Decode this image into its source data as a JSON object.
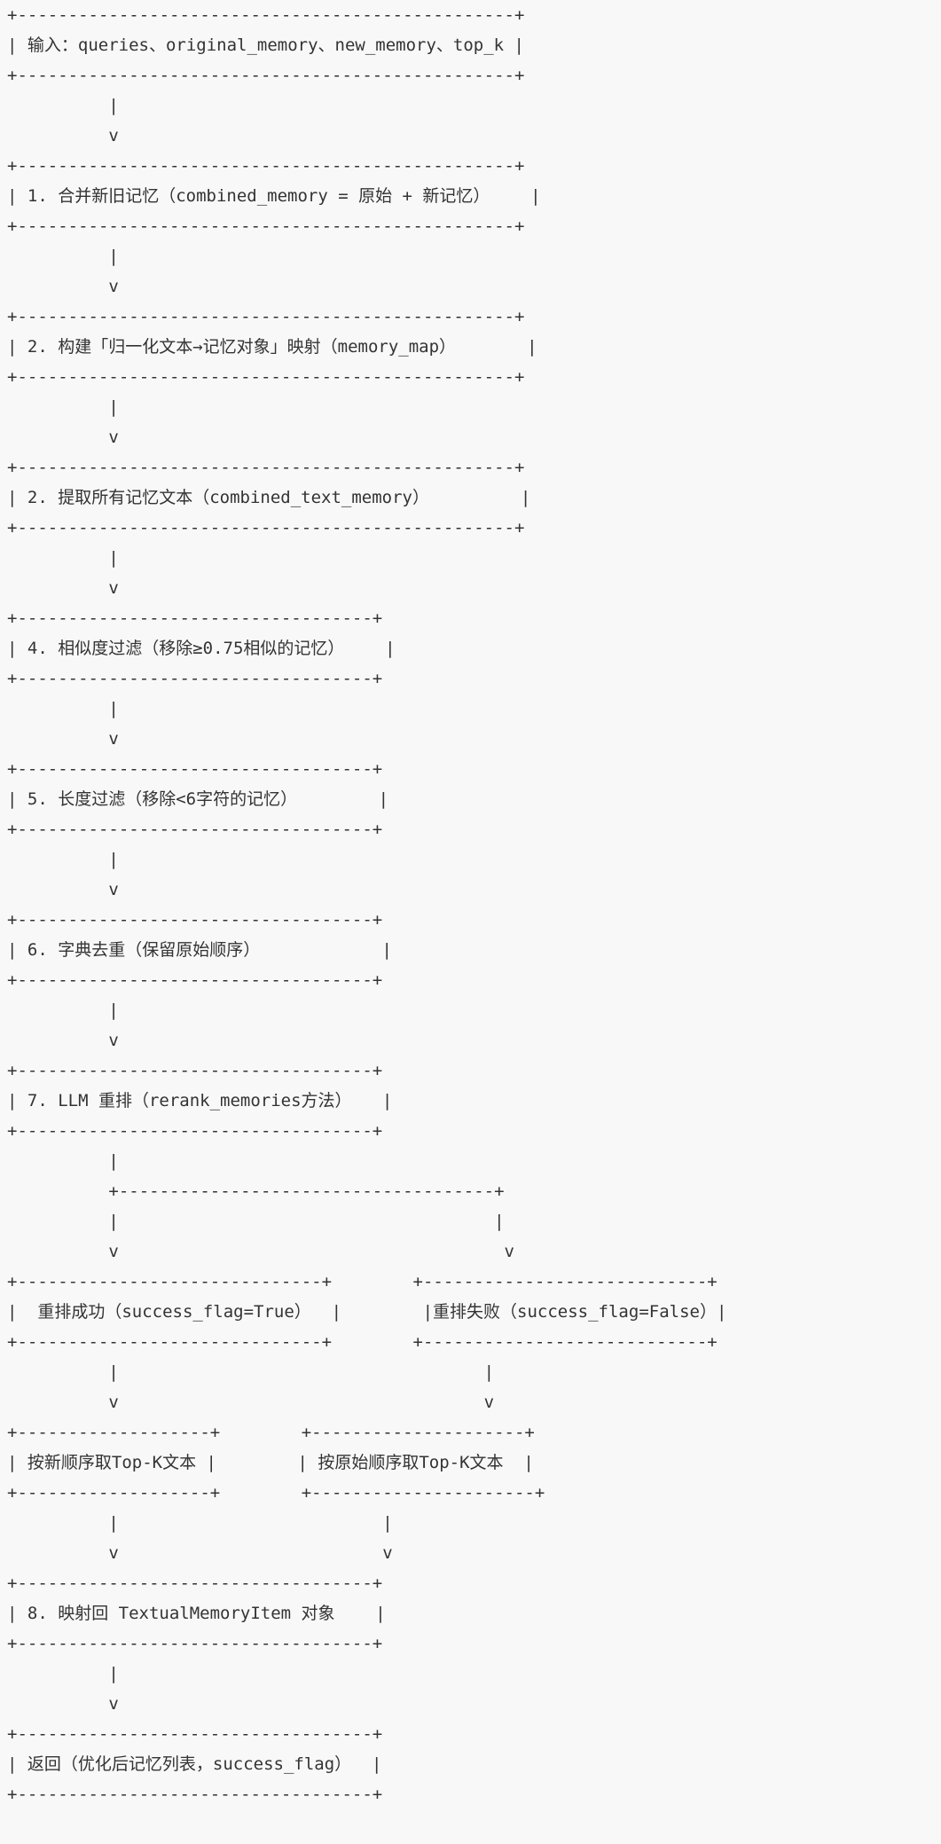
{
  "diagram": {
    "lines": [
      "+-------------------------------------------------+",
      "| 输入：queries、original_memory、new_memory、top_k |",
      "+-------------------------------------------------+",
      "          |",
      "          v",
      "+-------------------------------------------------+",
      "| 1. 合并新旧记忆（combined_memory = 原始 + 新记忆）    |",
      "+-------------------------------------------------+",
      "          |",
      "          v",
      "+-------------------------------------------------+",
      "| 2. 构建「归一化文本→记忆对象」映射（memory_map）       |",
      "+-------------------------------------------------+",
      "          |",
      "          v",
      "+-------------------------------------------------+",
      "| 2. 提取所有记忆文本（combined_text_memory）         |",
      "+-------------------------------------------------+",
      "          |",
      "          v",
      "+-----------------------------------+",
      "| 4. 相似度过滤（移除≥0.75相似的记忆）    |",
      "+-----------------------------------+",
      "          |",
      "          v",
      "+-----------------------------------+",
      "| 5. 长度过滤（移除<6字符的记忆）        |",
      "+-----------------------------------+",
      "          |",
      "          v",
      "+-----------------------------------+",
      "| 6. 字典去重（保留原始顺序）            |",
      "+-----------------------------------+",
      "          |",
      "          v",
      "+-----------------------------------+",
      "| 7. LLM 重排（rerank_memories方法）   |",
      "+-----------------------------------+",
      "          |",
      "          +-------------------------------------+",
      "          |                                     |",
      "          v                                      v",
      "+------------------------------+        +----------------------------+",
      "|  重排成功（success_flag=True）  |        |重排失败（success_flag=False）|",
      "+------------------------------+        +----------------------------+",
      "          |                                    |",
      "          v                                    v",
      "+-------------------+        +---------------------+",
      "| 按新顺序取Top-K文本 |        | 按原始顺序取Top-K文本  |",
      "+-------------------+        +----------------------+",
      "          |                          |",
      "          v                          v",
      "+-----------------------------------+",
      "| 8. 映射回 TextualMemoryItem 对象    |",
      "+-----------------------------------+",
      "          |",
      "          v",
      "+-----------------------------------+",
      "| 返回（优化后记忆列表，success_flag）  |",
      "+-----------------------------------+"
    ]
  }
}
